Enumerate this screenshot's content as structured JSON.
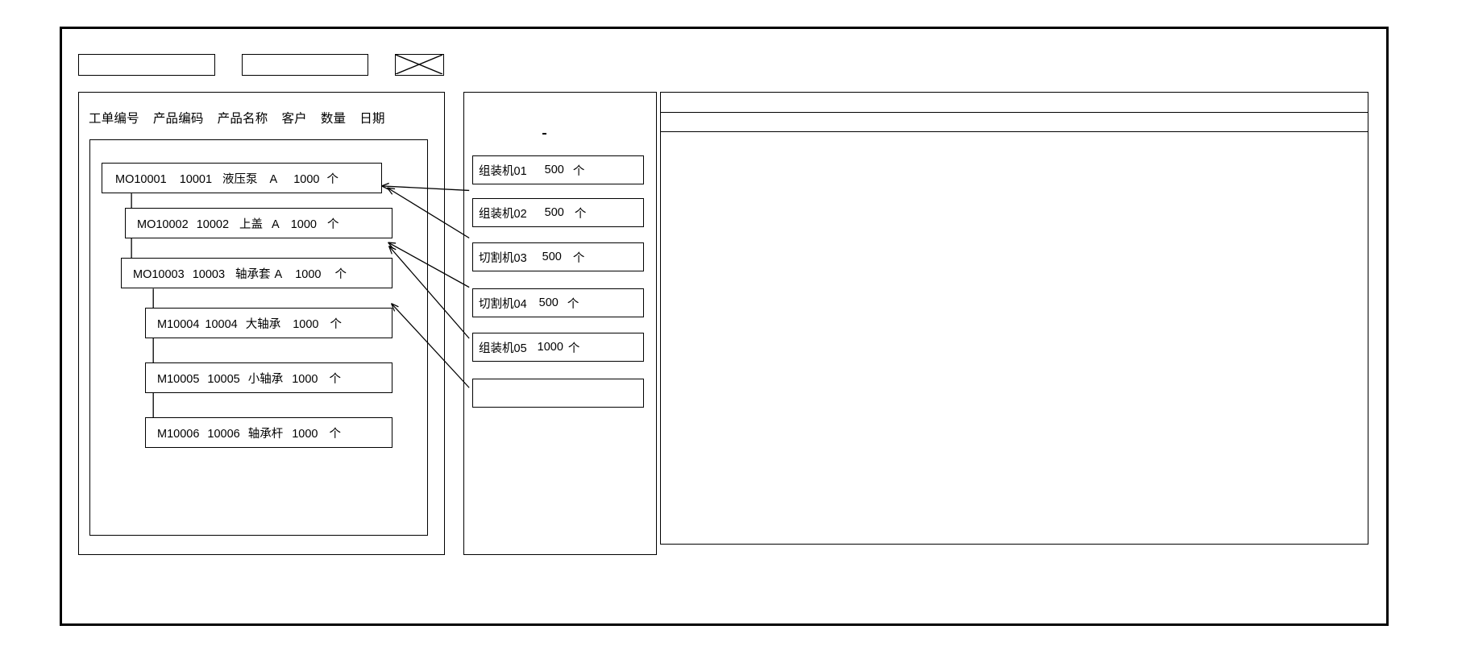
{
  "window": {
    "title": ""
  },
  "toolbar": {
    "field1_value": "",
    "field2_value": "",
    "thumbnail_icon": "image-placeholder-icon"
  },
  "left_panel": {
    "name": "work-order-tree-panel",
    "columns": [
      "工单编号",
      "产品编码",
      "产品名称",
      "客户",
      "数量",
      "日期"
    ],
    "rows": [
      {
        "depth": 0,
        "order_no": "MO10001",
        "product_code": "10001",
        "product_name": "液压泵",
        "customer": "A",
        "quantity": "1000",
        "unit": "个"
      },
      {
        "depth": 1,
        "order_no": "MO10002",
        "product_code": "10002",
        "product_name": "上盖",
        "customer": "A",
        "quantity": "1000",
        "unit": "个"
      },
      {
        "depth": 1,
        "order_no": "MO10003",
        "product_code": "10003",
        "product_name": "轴承套",
        "customer": "A",
        "quantity": "1000",
        "unit": "个"
      },
      {
        "depth": 2,
        "order_no": "M10004",
        "product_code": "10004",
        "product_name": "大轴承",
        "customer": "",
        "quantity": "1000",
        "unit": "个"
      },
      {
        "depth": 2,
        "order_no": "M10005",
        "product_code": "10005",
        "product_name": "小轴承",
        "customer": "",
        "quantity": "1000",
        "unit": "个"
      },
      {
        "depth": 2,
        "order_no": "M10006",
        "product_code": "10006",
        "product_name": "轴承杆",
        "customer": "",
        "quantity": "1000",
        "unit": "个"
      }
    ]
  },
  "mid_panel": {
    "name": "operation-list-panel",
    "items": [
      {
        "machine": "组装机01",
        "quantity": "500",
        "unit": "个"
      },
      {
        "machine": "组装机02",
        "quantity": "500",
        "unit": "个"
      },
      {
        "machine": "切割机03",
        "quantity": "500",
        "unit": "个"
      },
      {
        "machine": "切割机04",
        "quantity": "500",
        "unit": "个"
      },
      {
        "machine": "组装机05",
        "quantity": "1000",
        "unit": "个"
      },
      {
        "machine": "",
        "quantity": "",
        "unit": ""
      }
    ]
  },
  "right_panel": {
    "name": "detail-panel",
    "header_text": "",
    "body_text": ""
  },
  "colors": {
    "stroke": "#000000",
    "background": "#ffffff"
  }
}
